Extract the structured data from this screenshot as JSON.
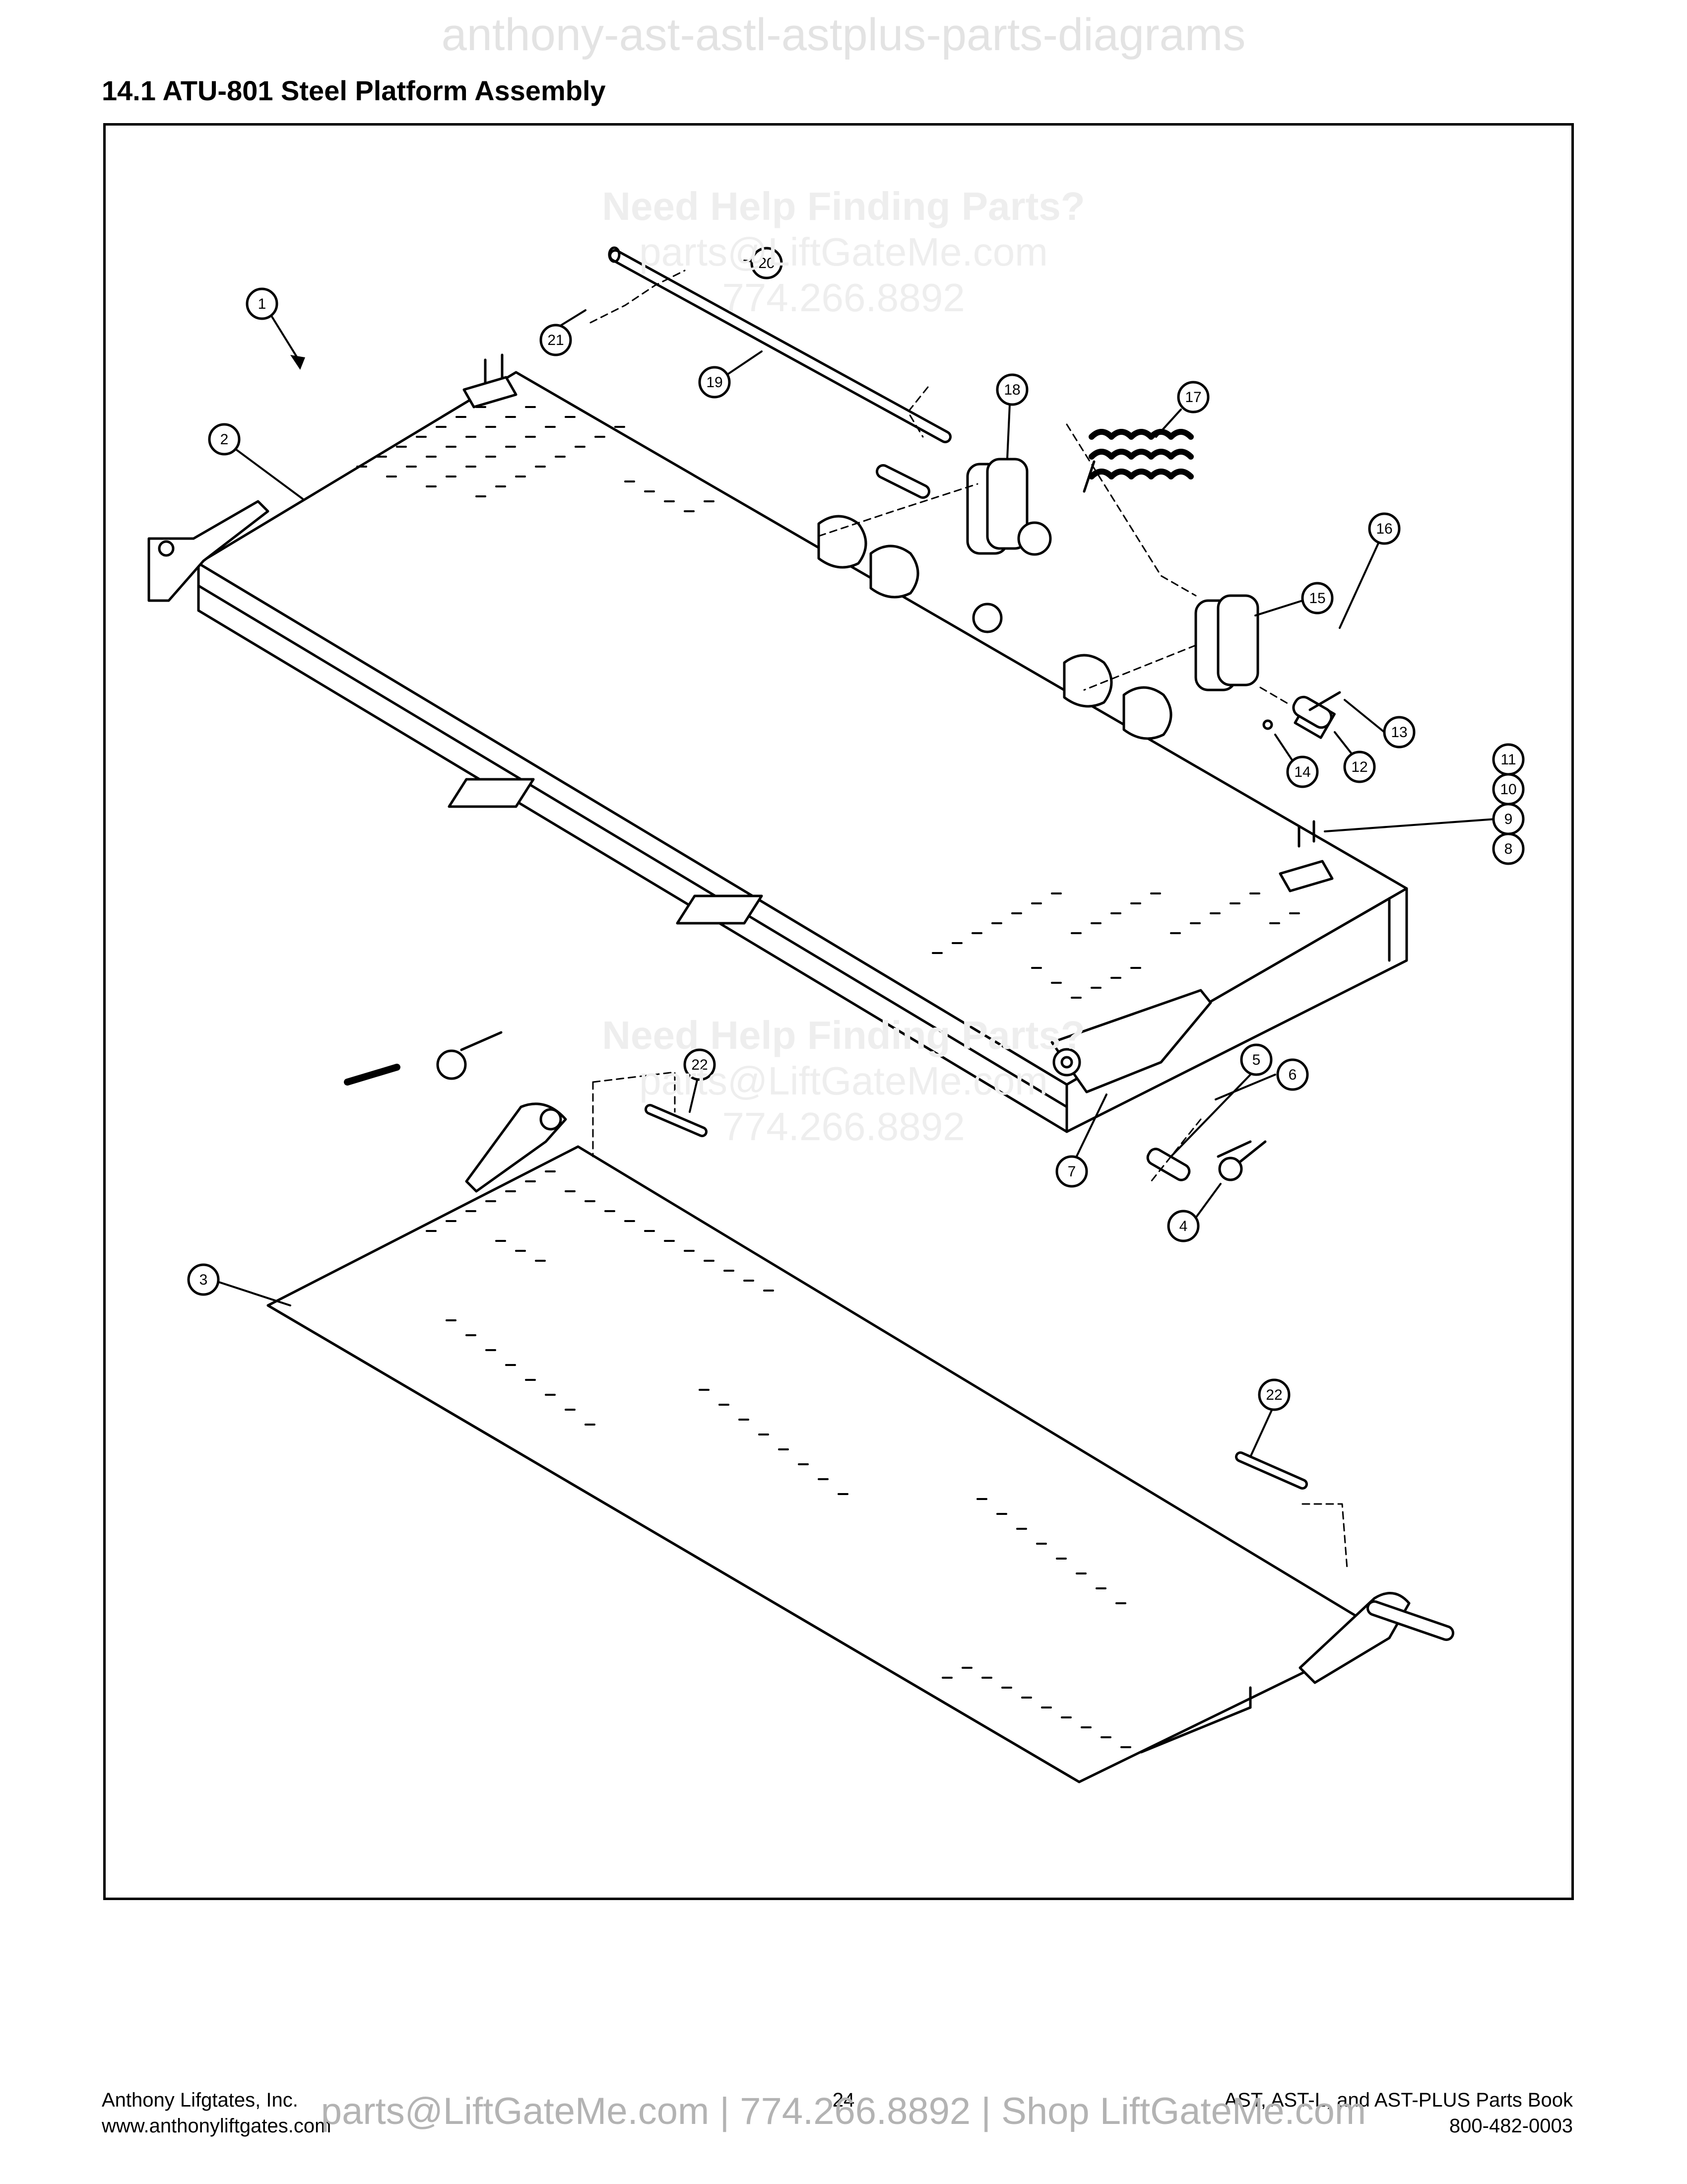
{
  "watermark_top": "anthony-ast-astl-astplus-parts-diagrams",
  "title": "14.1  ATU-801 Steel Platform Assembly",
  "watermark_help": {
    "heading": "Need Help Finding Parts?",
    "email": "parts@LiftGateMe.com",
    "phone": "774.266.8892"
  },
  "callouts": [
    "1",
    "2",
    "3",
    "4",
    "5",
    "6",
    "7",
    "8",
    "9",
    "10",
    "11",
    "12",
    "13",
    "14",
    "15",
    "16",
    "17",
    "18",
    "19",
    "20",
    "21",
    "22"
  ],
  "footer": {
    "company": "Anthony Lifgtates, Inc.",
    "website": "www.anthonyliftgates.com",
    "page_number": "24",
    "book_title": "AST, AST-L, and AST-PLUS Parts Book",
    "part_number": "800-482-0003",
    "watermark": "parts@LiftGateMe.com | 774.266.8892 | Shop LiftGateMe.com"
  }
}
